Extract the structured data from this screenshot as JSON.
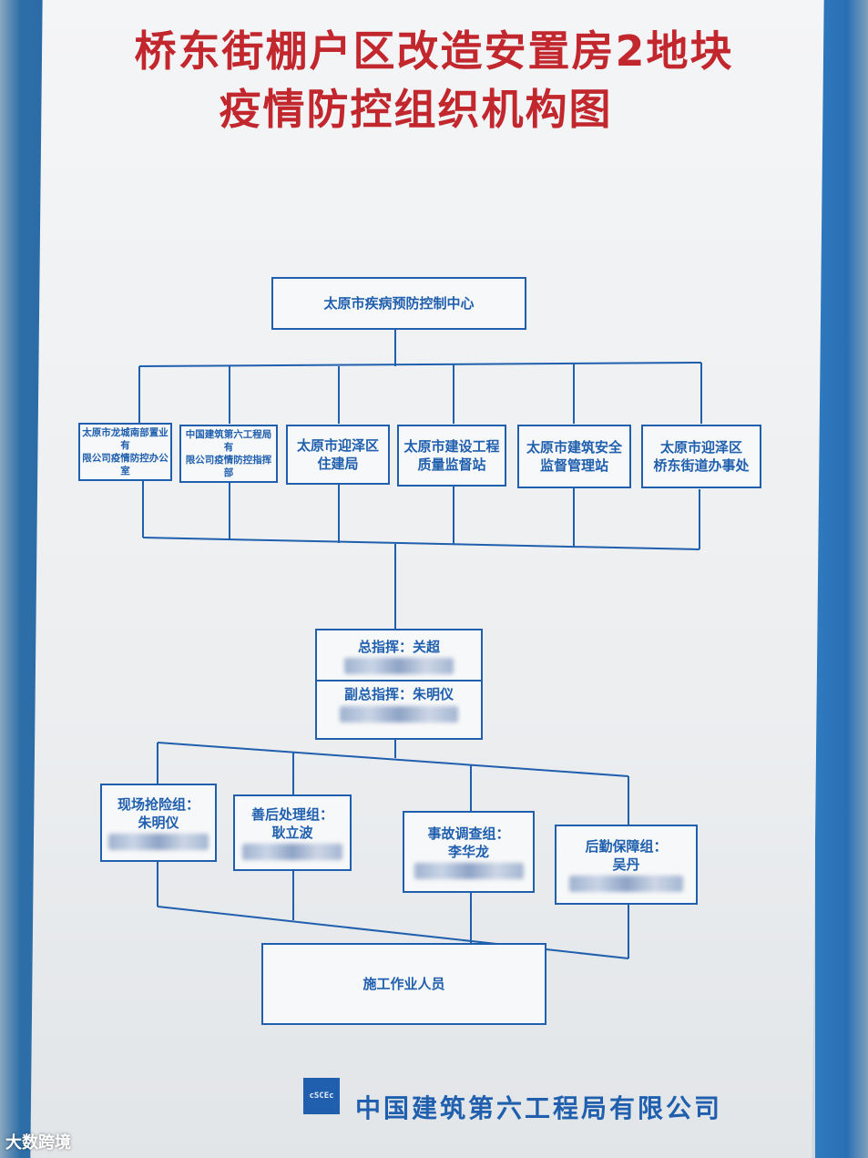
{
  "title": {
    "line1": "桥东街棚户区改造安置房2地块",
    "line2": "疫情防控组织机构图"
  },
  "top_org": "太原市疾病预防控制中心",
  "second_tier": [
    {
      "line1": "太原市龙城南部置业有",
      "line2": "限公司疫情防控办公室"
    },
    {
      "line1": "中国建筑第六工程局有",
      "line2": "限公司疫情防控指挥部"
    },
    {
      "line1": "太原市迎泽区",
      "line2": "住建局"
    },
    {
      "line1": "太原市建设工程",
      "line2": "质量监督站"
    },
    {
      "line1": "太原市建筑安全",
      "line2": "监督管理站"
    },
    {
      "line1": "太原市迎泽区",
      "line2": "桥东街道办事处"
    }
  ],
  "command": {
    "chief": "总指挥：关超",
    "deputy": "副总指挥：朱明仪"
  },
  "groups": [
    {
      "name": "现场抢险组：",
      "leader": "朱明仪"
    },
    {
      "name": "善后处理组：",
      "leader": "耿立波"
    },
    {
      "name": "事故调查组：",
      "leader": "李华龙"
    },
    {
      "name": "后勤保障组：",
      "leader": "吴丹"
    }
  ],
  "bottom": "施工作业人员",
  "company": "中国建筑第六工程局有限公司",
  "logo_text": "cSCEc",
  "watermark": "大数跨境",
  "colors": {
    "title": "#c1272d",
    "lines": "#1f5fae",
    "frame": "#2a6fb4"
  }
}
